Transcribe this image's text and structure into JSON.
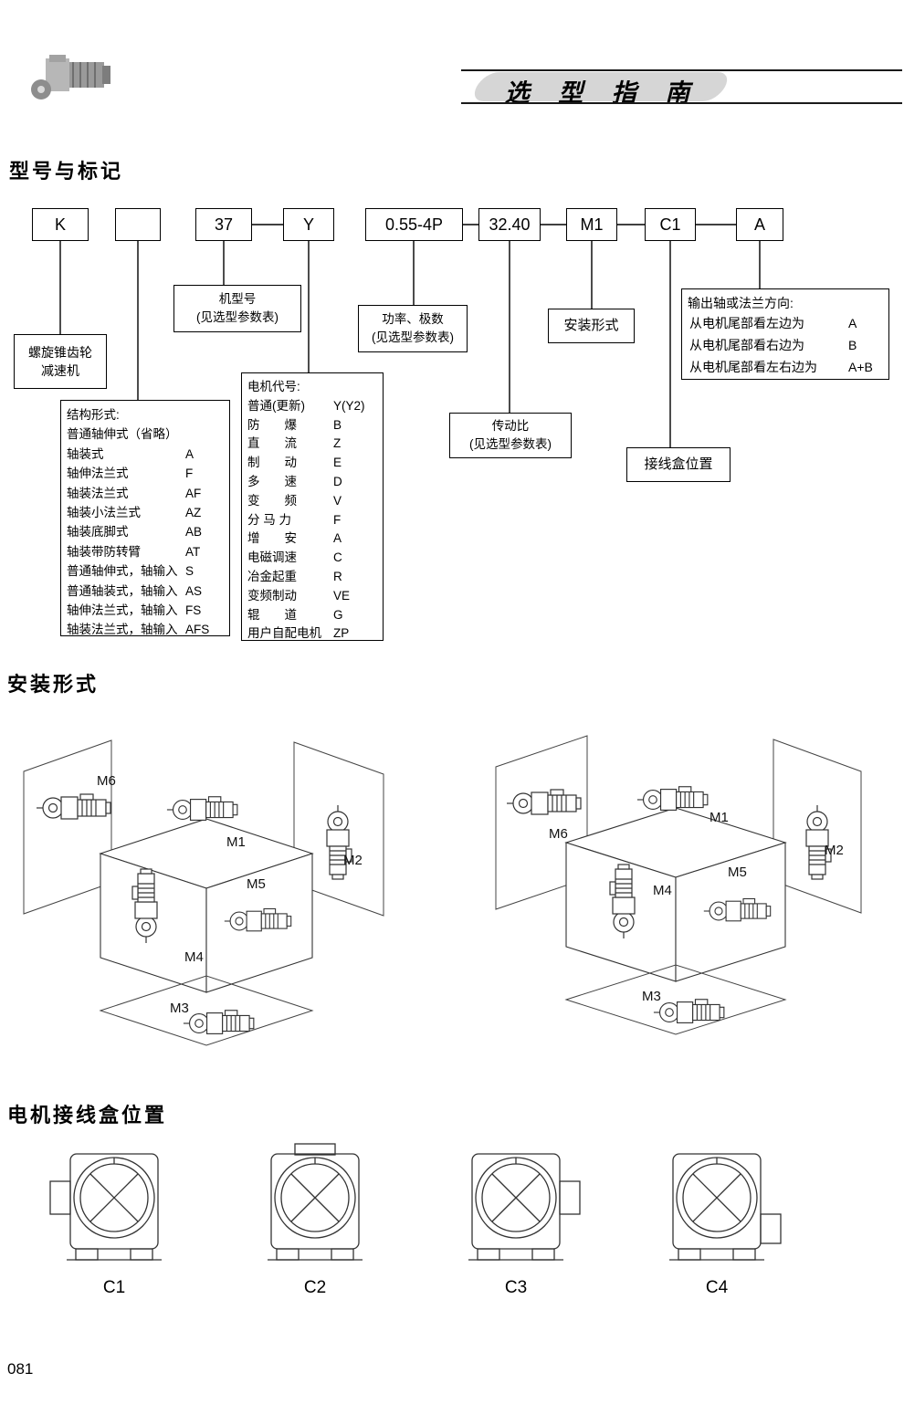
{
  "header": {
    "title": "选 型 指 南"
  },
  "sections": {
    "model_title": "型号与标记",
    "mounting_title": "安装形式",
    "junction_title": "电机接线盒位置"
  },
  "code_boxes": {
    "b0": "K",
    "b1": "",
    "b2": "37",
    "b3": "Y",
    "b4": "0.55-4P",
    "b5": "32.40",
    "b6": "M1",
    "b7": "C1",
    "b8": "A"
  },
  "annotations": {
    "reducer_line1": "螺旋锥齿轮",
    "reducer_line2": "减速机",
    "model_no_line1": "机型号",
    "model_no_line2": "(见选型参数表)",
    "power_line1": "功率、极数",
    "power_line2": "(见选型参数表)",
    "mounting": "安装形式",
    "ratio_line1": "传动比",
    "ratio_line2": "(见选型参数表)",
    "junction": "接线盒位置",
    "output_title": "输出轴或法兰方向:",
    "output_items": [
      {
        "text": "从电机尾部看左边为",
        "code": "A"
      },
      {
        "text": "从电机尾部看右边为",
        "code": "B"
      },
      {
        "text": "从电机尾部看左右边为",
        "code": "A+B"
      }
    ],
    "structure_title": "结构形式:",
    "structure_items": [
      {
        "name": "普通轴伸式（省略）",
        "code": ""
      },
      {
        "name": "轴装式",
        "code": "A"
      },
      {
        "name": "轴伸法兰式",
        "code": "F"
      },
      {
        "name": "轴装法兰式",
        "code": "AF"
      },
      {
        "name": "轴装小法兰式",
        "code": "AZ"
      },
      {
        "name": "轴装底脚式",
        "code": "AB"
      },
      {
        "name": "轴装带防转臂",
        "code": "AT"
      },
      {
        "name": "普通轴伸式，轴输入",
        "code": "S"
      },
      {
        "name": "普通轴装式，轴输入",
        "code": "AS"
      },
      {
        "name": "轴伸法兰式，轴输入",
        "code": "FS"
      },
      {
        "name": "轴装法兰式，轴输入",
        "code": "AFS"
      }
    ],
    "motor_title": "电机代号:",
    "motor_items": [
      {
        "name": "普通(更新)",
        "code": "Y(Y2)"
      },
      {
        "name": "防　　爆",
        "code": "B"
      },
      {
        "name": "直　　流",
        "code": "Z"
      },
      {
        "name": "制　　动",
        "code": "E"
      },
      {
        "name": "多　　速",
        "code": "D"
      },
      {
        "name": "变　　频",
        "code": "V"
      },
      {
        "name": "分 马 力",
        "code": "F"
      },
      {
        "name": "增　　安",
        "code": "A"
      },
      {
        "name": "电磁调速",
        "code": "C"
      },
      {
        "name": "冶金起重",
        "code": "R"
      },
      {
        "name": "变频制动",
        "code": "VE"
      },
      {
        "name": "辊　　道",
        "code": "G"
      },
      {
        "name": "用户自配电机",
        "code": "ZP"
      }
    ]
  },
  "mounting_diagrams": {
    "left_labels": {
      "m1": "M1",
      "m2": "M2",
      "m3": "M3",
      "m4": "M4",
      "m5": "M5",
      "m6": "M6"
    },
    "right_labels": {
      "m1": "M1",
      "m2": "M2",
      "m3": "M3",
      "m4": "M4",
      "m5": "M5",
      "m6": "M6"
    }
  },
  "junction_positions": [
    "C1",
    "C2",
    "C3",
    "C4"
  ],
  "page_number": "081"
}
